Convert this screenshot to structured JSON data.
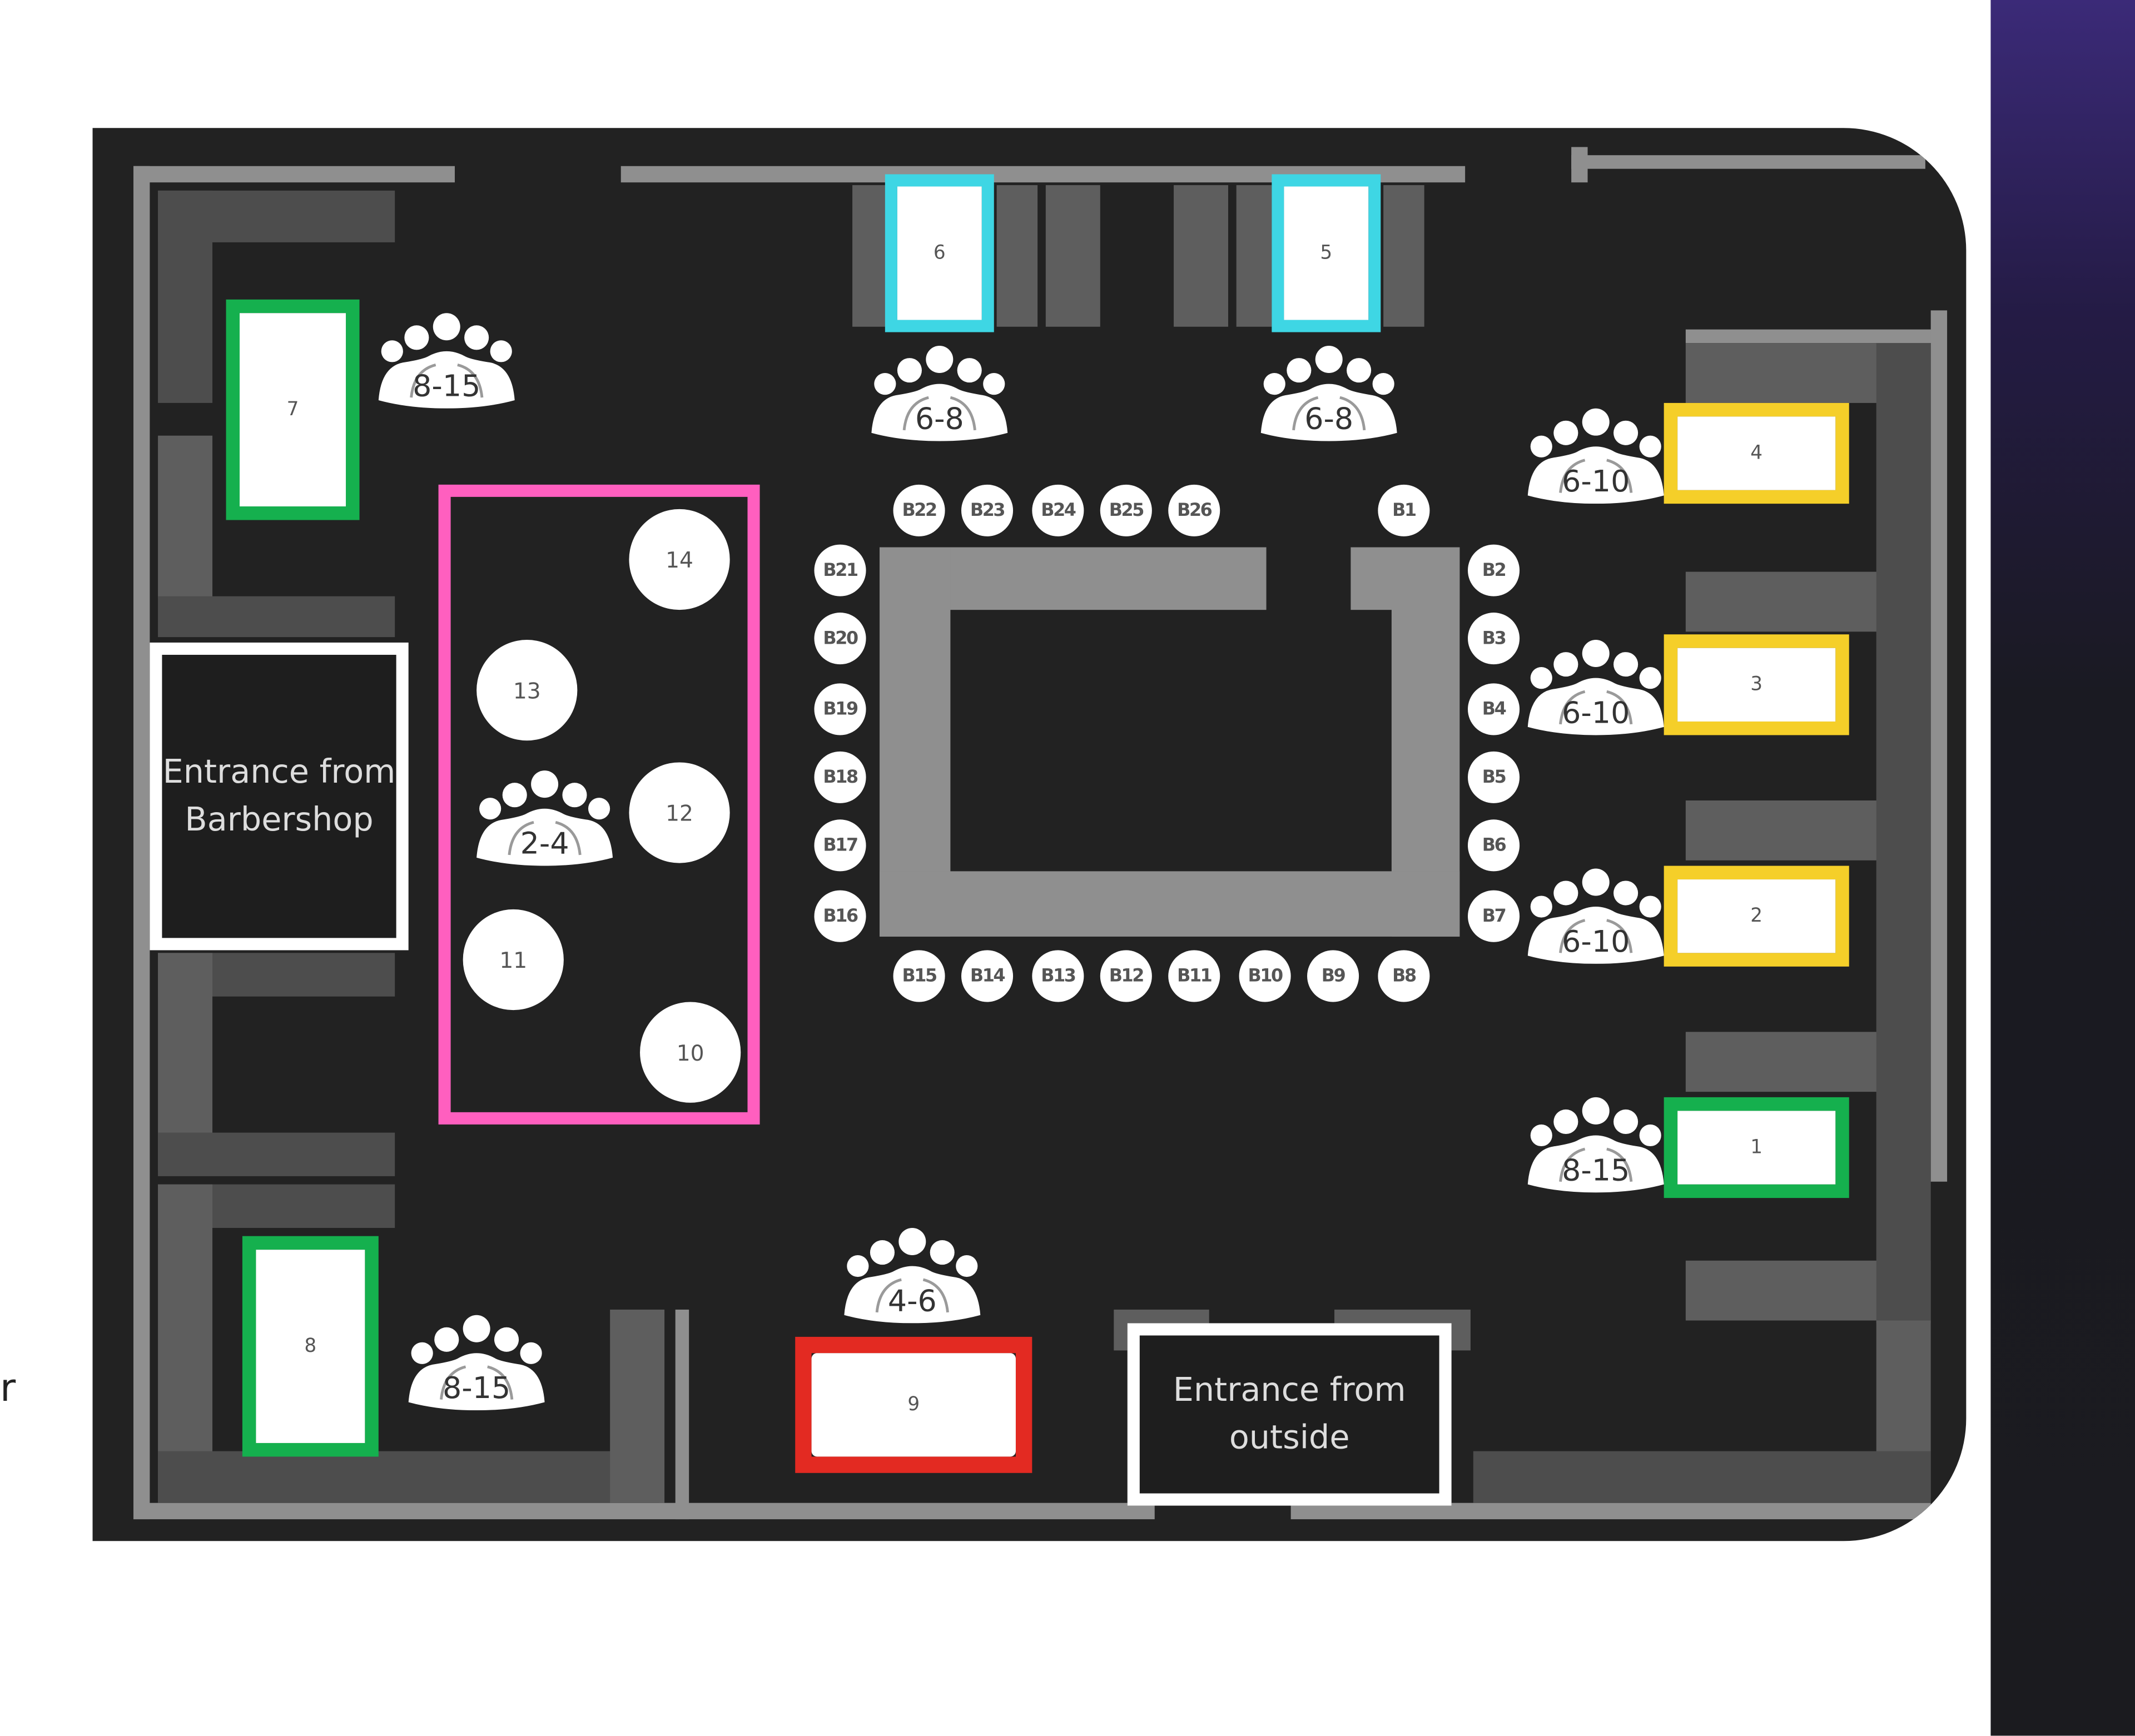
{
  "colors": {
    "floor": "#222222",
    "wall": "#8f8f8f",
    "green": "#15b04e",
    "cyan": "#3ed6e4",
    "yellow": "#f5cf29",
    "pink": "#ff5fbf",
    "red": "#e32a22",
    "white": "#ffffff"
  },
  "entrances": {
    "barbershop": "Entrance from Barbershop",
    "outside": "Entrance from outside"
  },
  "tables": {
    "t1": "1",
    "t2": "2",
    "t3": "3",
    "t4": "4",
    "t5": "5",
    "t6": "6",
    "t7": "7",
    "t8": "8",
    "t9": "9",
    "t10": "10",
    "t11": "11",
    "t12": "12",
    "t13": "13",
    "t14": "14"
  },
  "capacity": {
    "t7": "8-15",
    "t8": "8-15",
    "t6": "6-8",
    "t5": "6-8",
    "t4": "6-10",
    "t3": "6-10",
    "t2": "6-10",
    "t1": "8-15",
    "t9": "4-6",
    "round": "2-4"
  },
  "bar_seats": {
    "b1": "B1",
    "b2": "B2",
    "b3": "B3",
    "b4": "B4",
    "b5": "B5",
    "b6": "B6",
    "b7": "B7",
    "b8": "B8",
    "b9": "B9",
    "b10": "B10",
    "b11": "B11",
    "b12": "B12",
    "b13": "B13",
    "b14": "B14",
    "b15": "B15",
    "b16": "B16",
    "b17": "B17",
    "b18": "B18",
    "b19": "B19",
    "b20": "B20",
    "b21": "B21",
    "b22": "B22",
    "b23": "B23",
    "b24": "B24",
    "b25": "B25",
    "b26": "B26"
  },
  "stray_text": "r"
}
